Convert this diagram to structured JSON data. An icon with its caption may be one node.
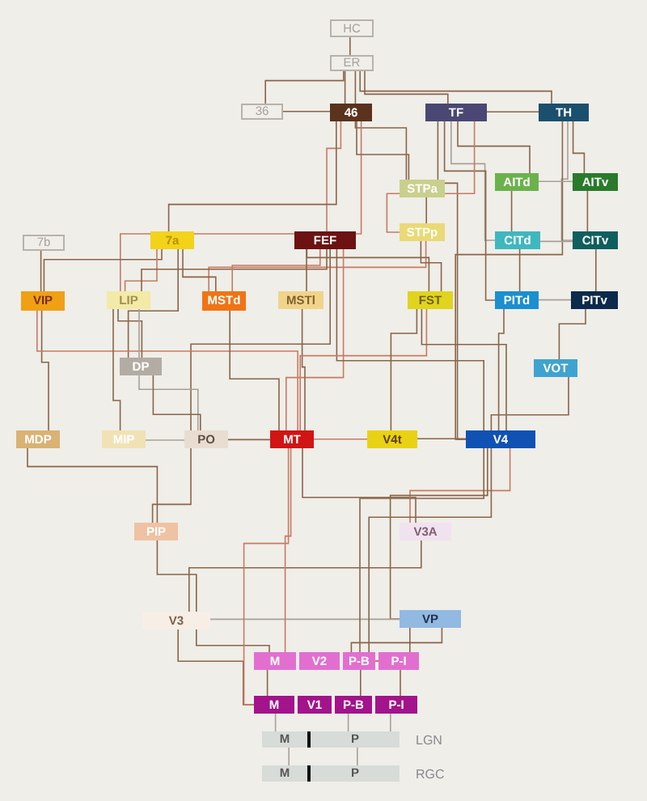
{
  "diagram": {
    "nodes": [
      {
        "text": [
          "HC"
        ]
      },
      {
        "text": [
          "ER"
        ]
      },
      {
        "text": [
          "36"
        ]
      },
      {
        "text": [
          "46"
        ]
      },
      {
        "text": [
          "TF"
        ]
      },
      {
        "text": [
          "TH"
        ]
      },
      {
        "text": [
          "STPa"
        ]
      },
      {
        "text": [
          "AITd"
        ]
      },
      {
        "text": [
          "AITv"
        ]
      },
      {
        "text": [
          "7b"
        ]
      },
      {
        "text": [
          "7a"
        ]
      },
      {
        "text": [
          "FEF"
        ]
      },
      {
        "text": [
          "STPp"
        ]
      },
      {
        "text": [
          "CITd"
        ]
      },
      {
        "text": [
          "CITv"
        ]
      },
      {
        "text": [
          "VIP"
        ]
      },
      {
        "text": [
          "LIP"
        ]
      },
      {
        "text": [
          "MSTd"
        ]
      },
      {
        "text": [
          "MSTl"
        ]
      },
      {
        "text": [
          "FST"
        ]
      },
      {
        "text": [
          "PITd"
        ]
      },
      {
        "text": [
          "PITv"
        ]
      },
      {
        "text": [
          "DP"
        ]
      },
      {
        "text": [
          "VOT"
        ]
      },
      {
        "text": [
          "MDP"
        ]
      },
      {
        "text": [
          "MIP"
        ]
      },
      {
        "text": [
          "PO"
        ]
      },
      {
        "text": [
          "MT"
        ]
      },
      {
        "text": [
          "V4t"
        ]
      },
      {
        "text": [
          "V4"
        ]
      },
      {
        "text": [
          "PIP"
        ]
      },
      {
        "text": [
          "V3A"
        ]
      },
      {
        "text": [
          "V3"
        ]
      },
      {
        "text": [
          "VP"
        ]
      },
      {
        "text": [
          "M"
        ]
      },
      {
        "text": [
          "V2"
        ]
      },
      {
        "text": [
          "P-B"
        ]
      },
      {
        "text": [
          "P-I"
        ]
      },
      {
        "text": [
          "M"
        ]
      },
      {
        "text": [
          "V1"
        ]
      },
      {
        "text": [
          "P-B"
        ]
      },
      {
        "text": [
          "P-I"
        ]
      },
      {
        "text": [
          "M"
        ]
      },
      {
        "text": [
          "P"
        ],
        "beside": [
          "LGN"
        ]
      },
      {
        "text": [
          "M"
        ]
      },
      {
        "text": [
          "P"
        ],
        "beside": [
          "RGC"
        ]
      }
    ],
    "edges": [
      {
        "from": 0,
        "to": 1,
        "arrow": "none"
      },
      {
        "from": 1,
        "to": 2,
        "arrow": "none"
      },
      {
        "from": 1,
        "to": 3,
        "arrow": "none"
      },
      {
        "from": 1,
        "to": 4,
        "arrow": "none"
      },
      {
        "from": 1,
        "to": 5,
        "arrow": "none"
      },
      {
        "from": 1,
        "to": 6,
        "arrow": "none"
      },
      {
        "from": 2,
        "to": 3,
        "arrow": "none"
      },
      {
        "from": 4,
        "to": 5,
        "arrow": "none"
      },
      {
        "from": 3,
        "to": 11,
        "arrow": "none",
        "color": "#c87a62"
      },
      {
        "from": 3,
        "to": 10,
        "arrow": "none"
      },
      {
        "from": 3,
        "to": 16,
        "arrow": "none",
        "color": "#c87a62"
      },
      {
        "from": 3,
        "to": 6,
        "arrow": "none"
      },
      {
        "from": 4,
        "to": 7,
        "arrow": "none"
      },
      {
        "from": 4,
        "to": 13,
        "arrow": "none",
        "color": "#a8a096"
      },
      {
        "from": 4,
        "to": 20,
        "arrow": "none"
      },
      {
        "from": 4,
        "to": 29,
        "arrow": "none"
      },
      {
        "from": 4,
        "to": 12,
        "arrow": "none",
        "color": "#c87a62"
      },
      {
        "from": 5,
        "to": 8,
        "arrow": "none"
      },
      {
        "from": 5,
        "to": 14,
        "arrow": "none",
        "color": "#a8a096"
      },
      {
        "from": 5,
        "to": 29,
        "arrow": "none"
      },
      {
        "from": 7,
        "to": 8,
        "arrow": "none",
        "color": "#a8a096"
      },
      {
        "from": 7,
        "to": 13,
        "arrow": "none"
      },
      {
        "from": 8,
        "to": 14,
        "arrow": "none"
      },
      {
        "from": 13,
        "to": 14,
        "arrow": "none",
        "color": "#a8a096"
      },
      {
        "from": 13,
        "to": 20,
        "arrow": "none"
      },
      {
        "from": 14,
        "to": 21,
        "arrow": "none"
      },
      {
        "from": 20,
        "to": 21,
        "arrow": "none",
        "color": "#a8a096"
      },
      {
        "from": 21,
        "to": 23,
        "arrow": "none"
      },
      {
        "from": 20,
        "to": 29,
        "arrow": "none"
      },
      {
        "from": 23,
        "to": 29,
        "arrow": "none"
      },
      {
        "from": 6,
        "to": 12,
        "arrow": "none"
      },
      {
        "from": 12,
        "to": 17,
        "arrow": "none",
        "color": "#c87a62"
      },
      {
        "from": 12,
        "to": 19,
        "arrow": "none"
      },
      {
        "from": 9,
        "to": 15,
        "arrow": "none"
      },
      {
        "from": 10,
        "to": 15,
        "arrow": "none"
      },
      {
        "from": 10,
        "to": 16,
        "arrow": "none",
        "color": "#c87a62"
      },
      {
        "from": 10,
        "to": 17,
        "arrow": "none"
      },
      {
        "from": 10,
        "to": 22,
        "arrow": "none"
      },
      {
        "from": 11,
        "to": 16,
        "arrow": "none"
      },
      {
        "from": 11,
        "to": 17,
        "arrow": "none",
        "color": "#c87a62"
      },
      {
        "from": 11,
        "to": 18,
        "arrow": "none"
      },
      {
        "from": 11,
        "to": 19,
        "arrow": "none"
      },
      {
        "from": 11,
        "to": 27,
        "arrow": "none",
        "color": "#c87a62"
      },
      {
        "from": 11,
        "to": 29,
        "arrow": "none"
      },
      {
        "from": 11,
        "to": 26,
        "arrow": "none"
      },
      {
        "from": 15,
        "to": 24,
        "arrow": "none"
      },
      {
        "from": 15,
        "to": 27,
        "arrow": "none",
        "color": "#c87a62"
      },
      {
        "from": 16,
        "to": 22,
        "arrow": "none"
      },
      {
        "from": 16,
        "to": 25,
        "arrow": "none"
      },
      {
        "from": 16,
        "to": 26,
        "arrow": "none",
        "color": "#a8a096"
      },
      {
        "from": 17,
        "to": 27,
        "arrow": "none"
      },
      {
        "from": 18,
        "to": 27,
        "arrow": "none"
      },
      {
        "from": 19,
        "to": 27,
        "arrow": "none",
        "color": "#c87a62"
      },
      {
        "from": 19,
        "to": 29,
        "arrow": "none"
      },
      {
        "from": 19,
        "to": 28,
        "arrow": "none"
      },
      {
        "from": 22,
        "to": 26,
        "arrow": "none"
      },
      {
        "from": 25,
        "to": 26,
        "arrow": "none",
        "color": "#a8a096"
      },
      {
        "from": 26,
        "to": 27,
        "arrow": "none"
      },
      {
        "from": 27,
        "to": 28,
        "arrow": "none",
        "color": "#c87a62"
      },
      {
        "from": 28,
        "to": 29,
        "arrow": "none"
      },
      {
        "from": 24,
        "to": 30,
        "arrow": "none"
      },
      {
        "from": 26,
        "to": 30,
        "arrow": "none"
      },
      {
        "from": 27,
        "to": 31,
        "arrow": "none"
      },
      {
        "from": 29,
        "to": 31,
        "arrow": "none",
        "color": "#c87a62"
      },
      {
        "from": 30,
        "to": 32,
        "arrow": "none"
      },
      {
        "from": 31,
        "to": 32,
        "arrow": "none"
      },
      {
        "from": 29,
        "to": 33,
        "arrow": "none"
      },
      {
        "from": 32,
        "to": 33,
        "arrow": "none",
        "color": "#a8a096"
      },
      {
        "from": 32,
        "to": 34,
        "arrow": "none"
      },
      {
        "from": 33,
        "to": 36,
        "arrow": "none"
      },
      {
        "from": 33,
        "to": 37,
        "arrow": "none"
      },
      {
        "from": 27,
        "to": 34,
        "arrow": "none",
        "color": "#c87a62"
      },
      {
        "from": 29,
        "to": 37,
        "arrow": "none"
      },
      {
        "from": 29,
        "to": 36,
        "arrow": "none"
      },
      {
        "from": 34,
        "to": 38,
        "arrow": "none"
      },
      {
        "from": 36,
        "to": 40,
        "arrow": "none"
      },
      {
        "from": 37,
        "to": 41,
        "arrow": "none"
      },
      {
        "from": 32,
        "to": 38,
        "arrow": "none"
      },
      {
        "from": 27,
        "to": 38,
        "arrow": "none",
        "color": "#c87a62"
      },
      {
        "from": 38,
        "to": 42,
        "arrow": "none",
        "color": "#a8a096"
      },
      {
        "from": 40,
        "to": 43,
        "arrow": "none",
        "color": "#a8a096"
      },
      {
        "from": 41,
        "to": 43,
        "arrow": "none",
        "color": "#a8a096"
      },
      {
        "from": 42,
        "to": 44,
        "arrow": "none",
        "color": "#a8a096"
      },
      {
        "from": 43,
        "to": 45,
        "arrow": "none",
        "color": "#a8a096"
      }
    ]
  }
}
